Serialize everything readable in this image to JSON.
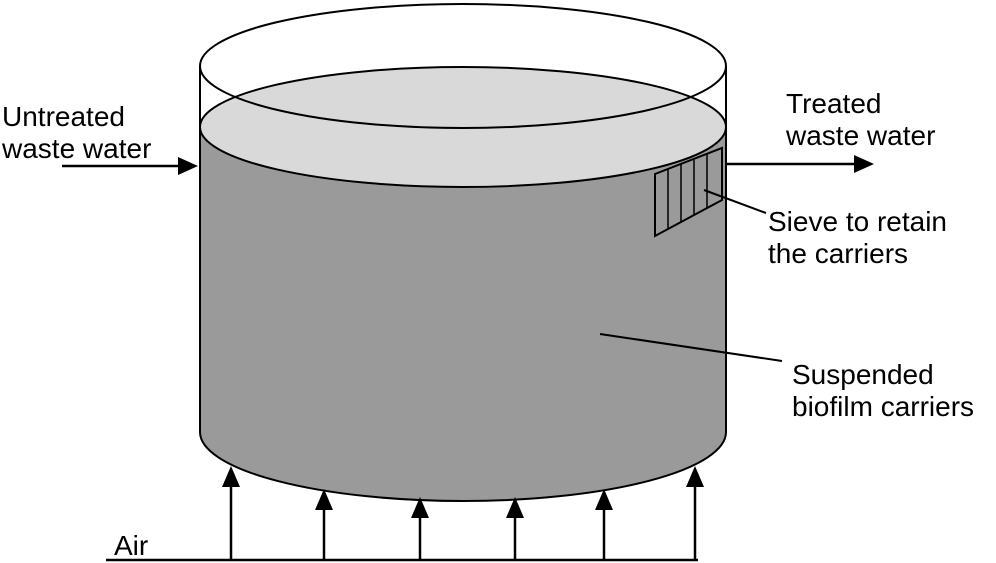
{
  "labels": {
    "inlet": [
      "Untreated",
      "waste water"
    ],
    "outlet": [
      "Treated",
      "waste water"
    ],
    "sieve": [
      "Sieve to retain",
      "the carriers"
    ],
    "carriers": [
      "Suspended",
      "biofilm carriers"
    ],
    "air": "Air"
  },
  "colors": {
    "water_surface": "#d9d9d9",
    "water_body": "#9a9a9a",
    "stroke": "#000000"
  }
}
